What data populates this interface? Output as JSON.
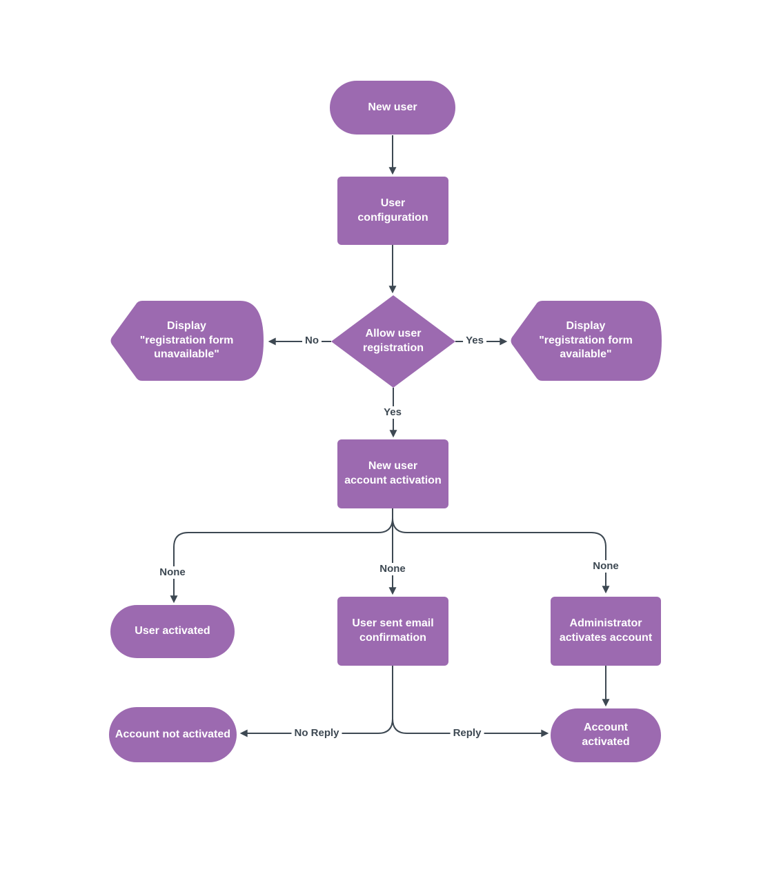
{
  "diagram": {
    "type": "flowchart",
    "colors": {
      "background": "#ffffff",
      "node_fill": "#9c6ab0",
      "node_text": "#ffffff",
      "connector": "#3d4852",
      "label_text": "#3d4852"
    },
    "nodes": [
      {
        "id": "new-user",
        "shape": "terminator",
        "label": "New user"
      },
      {
        "id": "user-configuration",
        "shape": "process",
        "label": "User\nconfiguration"
      },
      {
        "id": "allow-user-registration",
        "shape": "decision",
        "label": "Allow user\nregistration"
      },
      {
        "id": "display-registration-form-unavailable",
        "shape": "display",
        "label": "Display\n\"registration form\nunavailable\""
      },
      {
        "id": "display-registration-form-available",
        "shape": "display",
        "label": "Display\n\"registration form\navailable\""
      },
      {
        "id": "new-user-account-activation",
        "shape": "process",
        "label": "New user\naccount activation"
      },
      {
        "id": "user-activated",
        "shape": "terminator",
        "label": "User activated"
      },
      {
        "id": "user-sent-email-confirmation",
        "shape": "process",
        "label": "User sent email\nconfirmation"
      },
      {
        "id": "administrator-activates-account",
        "shape": "process",
        "label": "Administrator\nactivates account"
      },
      {
        "id": "account-not-activated",
        "shape": "terminator",
        "label": "Account not activated"
      },
      {
        "id": "account-activated",
        "shape": "terminator",
        "label": "Account\nactivated"
      }
    ],
    "edge_labels": [
      "No",
      "Yes",
      "Yes",
      "None",
      "None",
      "None",
      "No Reply",
      "Reply"
    ]
  }
}
